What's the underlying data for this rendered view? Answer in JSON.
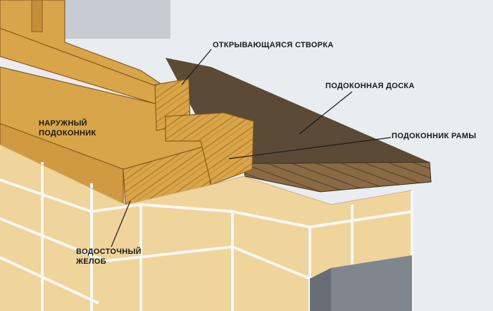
{
  "labels": {
    "sash": "ОТКРЫВАЮЩАЯСЯ СТВОРКА",
    "window_board": "ПОДОКОННАЯ ДОСКА",
    "outer_sill_line1": "НАРУЖНЫЙ",
    "outer_sill_line2": "ПОДОКОННИК",
    "frame_sill": "ПОДОКОННИК РАМЫ",
    "gutter_line1": "ВОДОСТОЧНЫЙ",
    "gutter_line2": "ЖЕЛОБ"
  },
  "colors": {
    "background": "#e9ecf0",
    "wood": "#d9a54a",
    "wood_dark": "#b57a26",
    "brick": "#efd49c",
    "mortar": "#f7f7f4",
    "board_top": "#5a4a36",
    "board_edge": "#7a6142",
    "concrete": "#7f868e",
    "text": "#1a1a1a"
  }
}
